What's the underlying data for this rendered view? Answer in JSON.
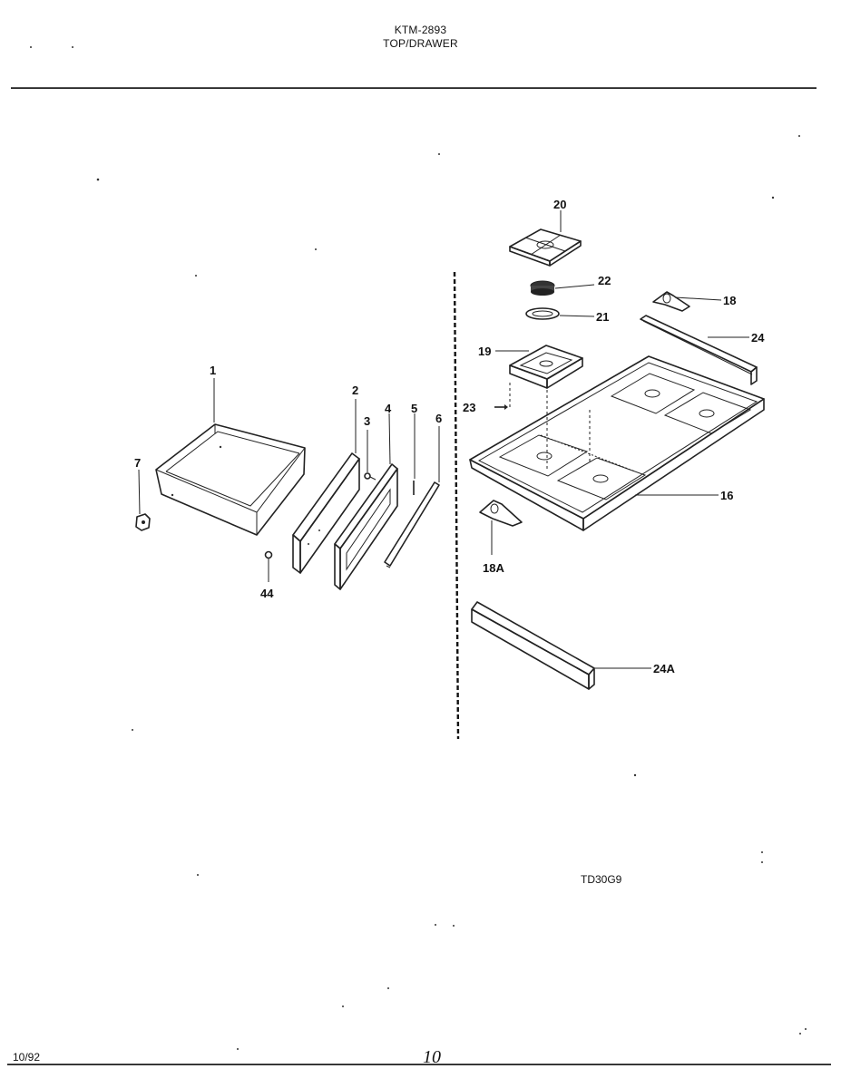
{
  "header": {
    "model": "KTM-2893",
    "section": "TOP/DRAWER"
  },
  "parts": [
    {
      "label": "1"
    },
    {
      "label": "2"
    },
    {
      "label": "3"
    },
    {
      "label": "4"
    },
    {
      "label": "5"
    },
    {
      "label": "6"
    },
    {
      "label": "7"
    },
    {
      "label": "44"
    },
    {
      "label": "20"
    },
    {
      "label": "22"
    },
    {
      "label": "21"
    },
    {
      "label": "18"
    },
    {
      "label": "24"
    },
    {
      "label": "19"
    },
    {
      "label": "23"
    },
    {
      "label": "16"
    },
    {
      "label": "18A"
    },
    {
      "label": "24A"
    }
  ],
  "footer": {
    "diagram_code": "TD30G9",
    "date": "10/92",
    "page": "10"
  }
}
